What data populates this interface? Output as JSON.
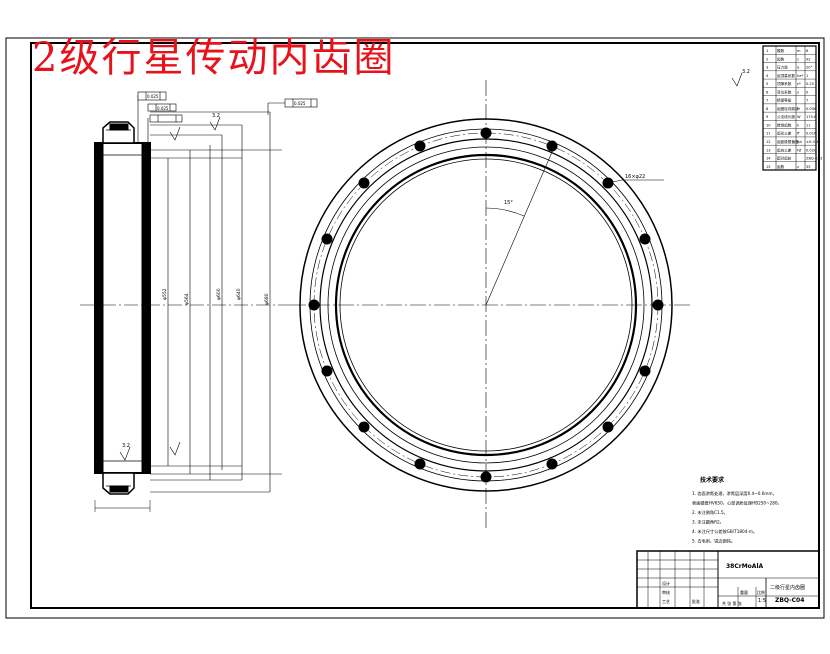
{
  "drawing_title": "2级行星传动内齿圈",
  "material": "38CrMoAlA",
  "part_name": "二级行星内齿圈",
  "drawing_number": "ZBQ-C04",
  "scale": "1:5",
  "roughness_note": "3.2",
  "datum_tolerance_a": "0.025",
  "datum_tolerance_b": "0.025",
  "datum_tolerance_c": "0.025",
  "angle_label": "15°",
  "bolt_hole_note": "16×φ22",
  "tech_req_title": "技术要求",
  "tech_req_lines": [
    "1. 齿面渗氮处理，渗氮层深度0.4~0.6mm，",
    "   表面硬度HV650，心部调质处理HB250~280。",
    "2. 未注倒角C1.5。",
    "3. 未注圆角R2。",
    "4. 未注尺寸公差按GB/T1804-m。",
    "5. 去毛刺，锐边倒钝。"
  ],
  "gear_params": [
    [
      "模数",
      "m",
      "6"
    ],
    [
      "齿数",
      "z",
      "92"
    ],
    [
      "压力角",
      "α",
      "20°"
    ],
    [
      "齿顶高系数",
      "ha*",
      "1"
    ],
    [
      "顶隙系数",
      "c*",
      "0.25"
    ],
    [
      "变位系数",
      "x",
      "0"
    ],
    [
      "精度等级",
      "",
      "7"
    ],
    [
      "齿圈径向跳动",
      "Fr",
      "0.056"
    ],
    [
      "公法线长度",
      "W",
      "175.6"
    ],
    [
      "跨测齿数",
      "k",
      "11"
    ],
    [
      "齿形公差",
      "ff",
      "0.016"
    ],
    [
      "齿距极限偏差",
      "fpt",
      "±0.018"
    ],
    [
      "齿向公差",
      "Fβ",
      "0.020"
    ],
    [
      "配对齿轮",
      "",
      "ZBQ-C03"
    ],
    [
      "齿数",
      "z",
      "35"
    ]
  ],
  "title_block": {
    "design": "设计",
    "check": "审核",
    "process": "工艺",
    "approve": "批准",
    "weight_label": "重量",
    "scale_label": "比例",
    "sheet_label": "共 张 第 张"
  }
}
